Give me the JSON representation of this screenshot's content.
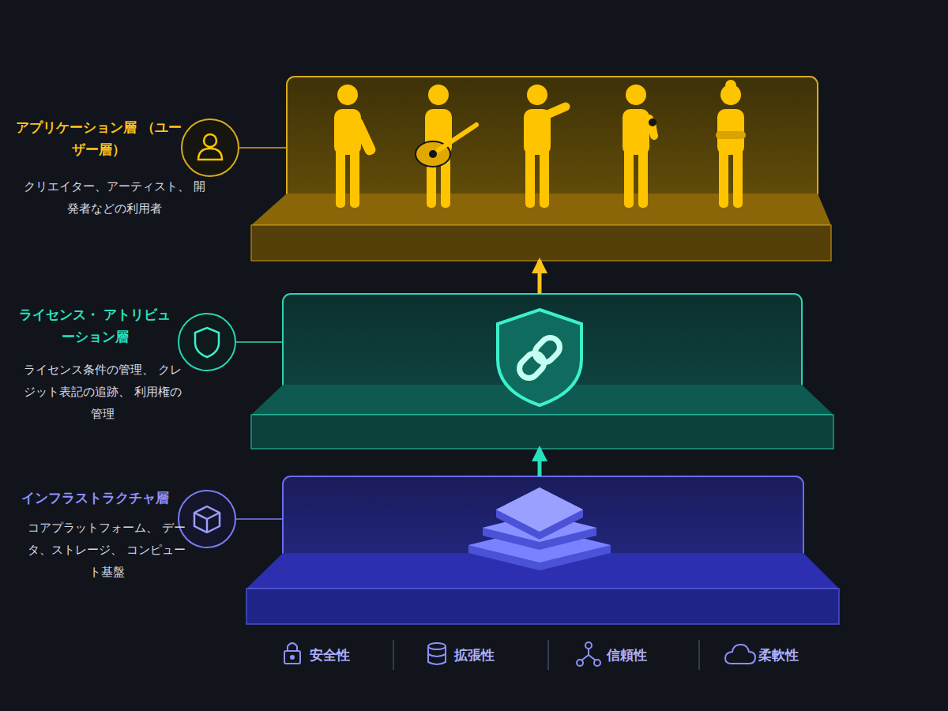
{
  "diagram": {
    "nodes": [
      {
        "text": [
          "アプリケーション層 （ユーザー層）",
          "クリエイター、アーティスト、 開発者などの利用者"
        ]
      },
      {
        "text": [
          "ライセンス・ アトリビューション層",
          "ライセンス条件の管理、 クレジット表記の追跡、 利用権の管理"
        ]
      },
      {
        "text": [
          "インフラストラクチャ層",
          "コアプラットフォーム、 データ、ストレージ、 コンピュート基盤"
        ]
      }
    ],
    "edges": [
      {
        "from": 2,
        "to": 1,
        "arrow": "to"
      },
      {
        "from": 1,
        "to": 0,
        "arrow": "to"
      }
    ],
    "labels": [
      "安全性",
      "拡張性",
      "信頼性",
      "柔軟性"
    ]
  }
}
